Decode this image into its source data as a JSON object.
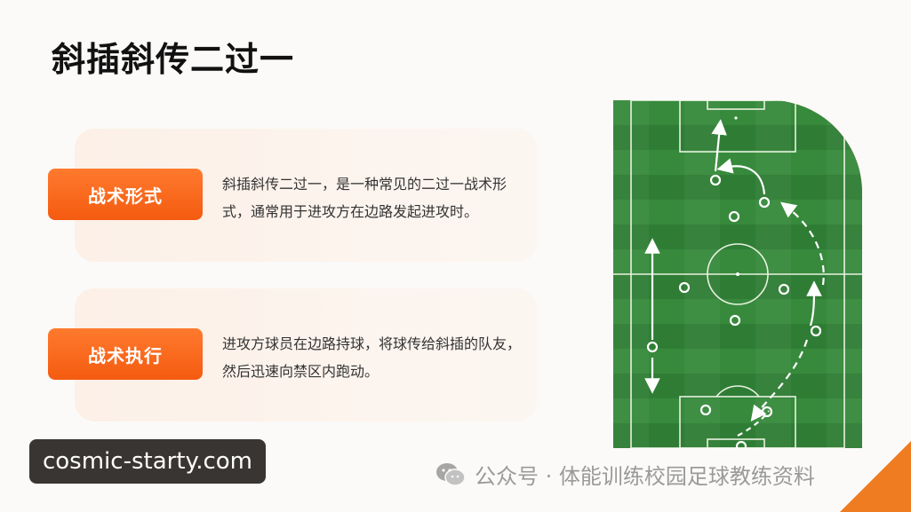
{
  "title": "斜插斜传二过一",
  "sections": [
    {
      "label": "战术形式",
      "text_line1": "斜插斜传二过一，是一种常见的二过一战术形",
      "text_line2": "式，通常用于进攻方在边路发起进攻时。"
    },
    {
      "label": "战术执行",
      "text_line1": "进攻方球员在边路持球，将球传给斜插的队友，",
      "text_line2": "然后迅速向禁区内跑动。"
    }
  ],
  "watermark": "cosmic-starty.com",
  "wechat_caption": "公众号 · 体能训练校园足球教练资料",
  "colors": {
    "accent": "#f45b10",
    "pitch_green": "#2f8a3a"
  }
}
